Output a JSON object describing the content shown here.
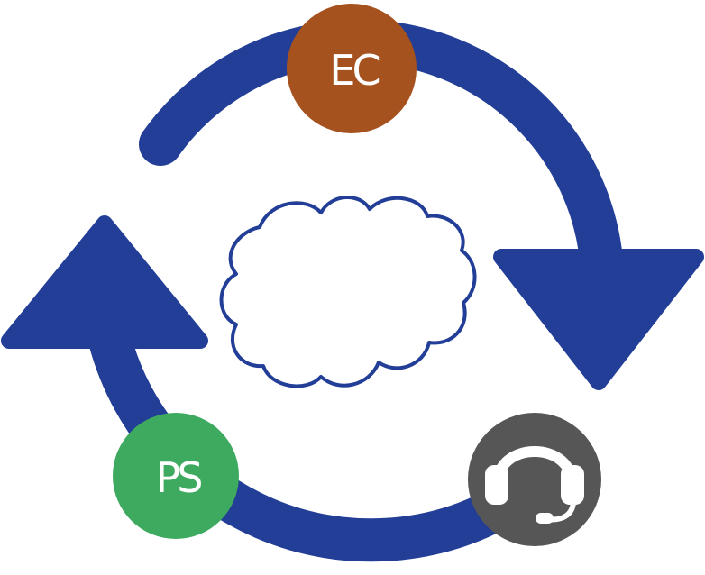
{
  "diagram": {
    "nodes": [
      {
        "id": "ec",
        "label": "EC",
        "color": "#A6521F"
      },
      {
        "id": "ps",
        "label": "PS",
        "color": "#3DAA60"
      },
      {
        "id": "support",
        "icon": "headset-icon",
        "color": "#555655"
      }
    ],
    "center_icon": "cloud-icon",
    "cycle_color": "#233E97",
    "cloud_stroke_color": "#233E97",
    "text_color": "#FFFFFF"
  }
}
